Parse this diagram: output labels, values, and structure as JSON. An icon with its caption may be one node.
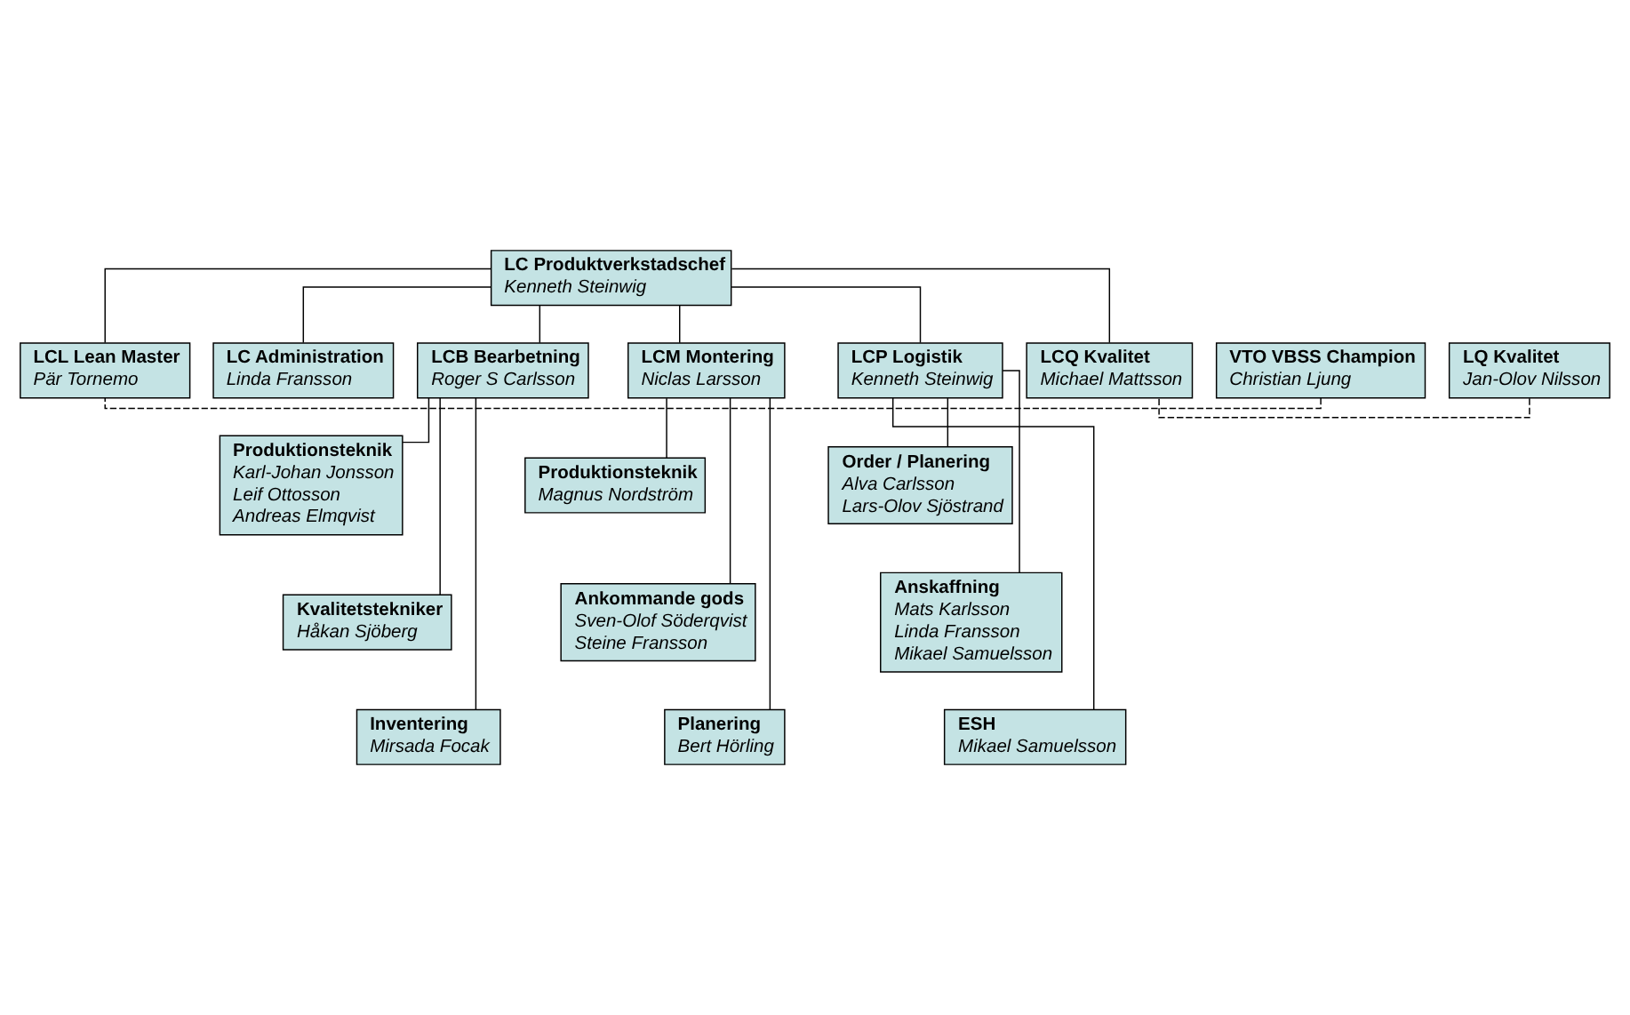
{
  "diagram": {
    "nodes": [
      {
        "text": [
          "LC Produktverkstadschef",
          "Kenneth Steinwig"
        ]
      },
      {
        "text": [
          "VTO VBSS Champion",
          "Christian Ljung"
        ]
      },
      {
        "text": [
          "LCL Lean Master",
          "Pär Tornemo"
        ]
      },
      {
        "text": [
          "LQ Kvalitet",
          "Jan-Olov Nilsson"
        ]
      },
      {
        "text": [
          "LC Administration",
          "Linda Fransson"
        ]
      },
      {
        "text": [
          "LCB Bearbetning",
          "Roger S Carlsson"
        ]
      },
      {
        "text": [
          "LCM Montering",
          "Niclas Larsson"
        ]
      },
      {
        "text": [
          "LCP Logistik",
          "Kenneth Steinwig"
        ]
      },
      {
        "text": [
          "LCQ Kvalitet",
          "Michael Mattsson"
        ]
      },
      {
        "text": [
          "Produktionsteknik",
          "Karl-Johan Jonsson",
          "Leif Ottosson",
          "Andreas Elmqvist"
        ]
      },
      {
        "text": [
          "Kvalitetstekniker",
          "Håkan Sjöberg"
        ]
      },
      {
        "text": [
          "Inventering",
          "Mirsada Focak"
        ]
      },
      {
        "text": [
          "Produktionsteknik",
          "Magnus Nordström"
        ]
      },
      {
        "text": [
          "Ankommande gods",
          "Sven-Olof Söderqvist",
          "Steine Fransson"
        ]
      },
      {
        "text": [
          "Planering",
          "Bert Hörling"
        ]
      },
      {
        "text": [
          "Order / Planering",
          "Alva Carlsson",
          "Lars-Olov Sjöstrand"
        ]
      },
      {
        "text": [
          "Anskaffning",
          "Mats Karlsson",
          "Linda Fransson",
          "Mikael Samuelsson"
        ]
      },
      {
        "text": [
          "ESH",
          "Mikael Samuelsson"
        ]
      }
    ],
    "edges": [
      {
        "from": 0,
        "to": 2,
        "arrow": "none"
      },
      {
        "from": 1,
        "to": 2,
        "arrow": "none",
        "style": "dashed"
      },
      {
        "from": 0,
        "to": 4,
        "arrow": "none"
      },
      {
        "from": 0,
        "to": 5,
        "arrow": "none"
      },
      {
        "from": 0,
        "to": 6,
        "arrow": "none"
      },
      {
        "from": 0,
        "to": 7,
        "arrow": "none"
      },
      {
        "from": 0,
        "to": 8,
        "arrow": "none"
      },
      {
        "from": 3,
        "to": 8,
        "arrow": "none",
        "style": "dashed"
      },
      {
        "from": 5,
        "to": 9,
        "arrow": "none"
      },
      {
        "from": 5,
        "to": 10,
        "arrow": "none"
      },
      {
        "from": 5,
        "to": 11,
        "arrow": "none"
      },
      {
        "from": 6,
        "to": 12,
        "arrow": "none"
      },
      {
        "from": 6,
        "to": 13,
        "arrow": "none"
      },
      {
        "from": 6,
        "to": 14,
        "arrow": "none"
      },
      {
        "from": 7,
        "to": 15,
        "arrow": "none"
      },
      {
        "from": 7,
        "to": 16,
        "arrow": "none"
      },
      {
        "from": 7,
        "to": 17,
        "arrow": "none"
      }
    ]
  }
}
